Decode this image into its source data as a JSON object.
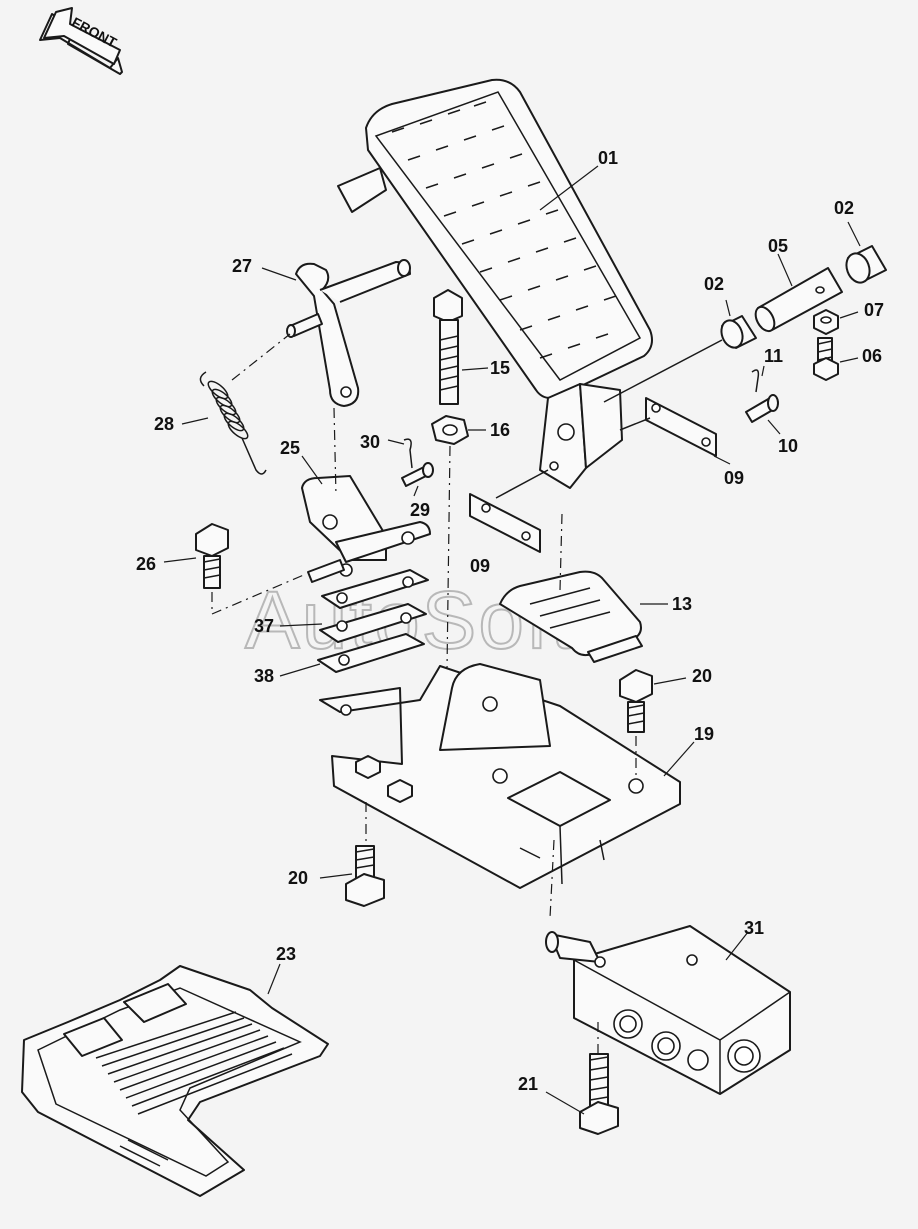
{
  "front_label": "FRONT",
  "watermark": "AutoSoft",
  "labels": {
    "p01": "01",
    "p02a": "02",
    "p02b": "02",
    "p05": "05",
    "p07": "07",
    "p06": "06",
    "p11": "11",
    "p10": "10",
    "p09a": "09",
    "p09b": "09",
    "p27": "27",
    "p28": "28",
    "p25": "25",
    "p15": "15",
    "p16": "16",
    "p30": "30",
    "p29": "29",
    "p26": "26",
    "p13": "13",
    "p37": "37",
    "p38": "38",
    "p20a": "20",
    "p19": "19",
    "p20b": "20",
    "p31": "31",
    "p23": "23",
    "p21": "21"
  },
  "colors": {
    "line": "#1a1a1a",
    "background": "#f4f4f4",
    "watermark": "#b8b8b8"
  },
  "icons": {
    "front_arrow": "arrow-left-icon"
  }
}
